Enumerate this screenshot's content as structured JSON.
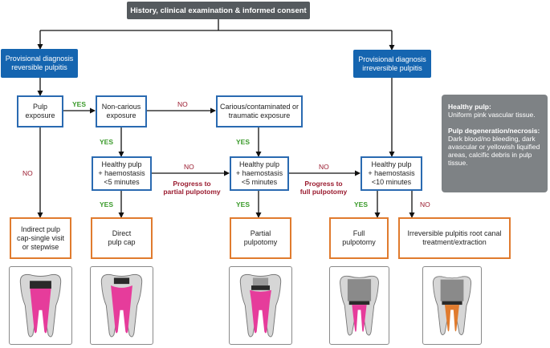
{
  "header": {
    "title": "History, clinical examination & informed consent"
  },
  "diagnosis": {
    "reversible": "Provisional diagnosis\nreversible pulpitis",
    "irreversible": "Provisional diagnosis\nirreversible pulpitis"
  },
  "nodes": {
    "pulp_exposure": "Pulp\nexposure",
    "non_carious": "Non-carious\nexposure",
    "carious": "Carious/contaminated or\ntraumatic exposure",
    "healthy_5a": "Healthy pulp\n+ haemostasis\n<5 minutes",
    "healthy_5b": "Healthy pulp\n+ haemostasis\n<5 minutes",
    "healthy_10": "Healthy pulp\n+ haemostasis\n<10 minutes"
  },
  "outcomes": {
    "indirect": "Indirect pulp\ncap-single visit\nor stepwise",
    "direct": "Direct\npulp cap",
    "partial": "Partial\npulpotomy",
    "full": "Full\npulpotomy",
    "irreversible": "Irreversible pulpitis root canal\ntreatment/extraction"
  },
  "labels": {
    "yes": "YES",
    "no": "NO",
    "progress_partial": "Progress to\npartial pulpotomy",
    "progress_full": "Progress to\nfull pulpotomy"
  },
  "info": {
    "healthy_title": "Healthy pulp:",
    "healthy_text": "Uniform pink vascular tissue.",
    "degen_title": "Pulp degeneration/necrosis:",
    "degen_text": "Dark blood/no bleeding, dark avascular or yellowish liquified areas, calcific debris in pulp tissue."
  },
  "colors": {
    "header": "#555a5e",
    "diagnosis": "#1565b0",
    "node_border": "#2a6ab1",
    "outcome_border": "#e07b2e",
    "yes": "#3a9a2a",
    "no": "#9a1b2f",
    "info_panel": "#7e8285",
    "pulp_healthy": "#e63c9b",
    "pulp_treated": "#e07b2e"
  },
  "icons": [
    "tooth-indirect-cap-icon",
    "tooth-direct-cap-icon",
    "tooth-partial-pulpotomy-icon",
    "tooth-full-pulpotomy-icon",
    "tooth-root-canal-icon"
  ]
}
